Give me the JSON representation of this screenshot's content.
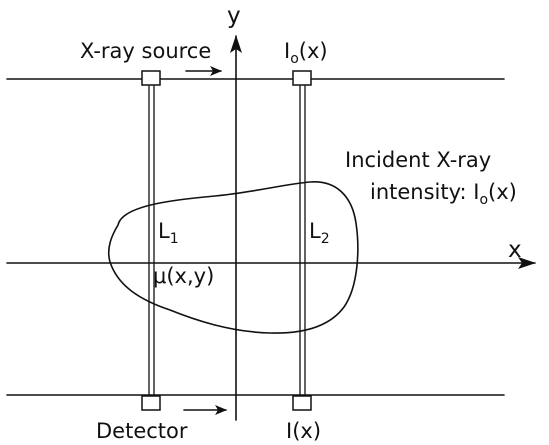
{
  "labels": {
    "y_axis": "y",
    "x_axis": "x",
    "source": "X-ray source",
    "incident_top": "I",
    "incident_top_sub": "o",
    "incident_top_arg": "(x)",
    "incident_line1": "Incident X-ray",
    "incident_line2_prefix": "intensity: I",
    "incident_line2_sub": "o",
    "incident_line2_arg": "(x)",
    "path1": "L",
    "path1_sub": "1",
    "path2": "L",
    "path2_sub": "2",
    "attenuation": "μ(x,y)",
    "detector": "Detector",
    "detected": "I(x)"
  },
  "colors": {
    "ink": "#111111",
    "background": "#ffffff"
  },
  "icons": {
    "source": "rectangular-emitter-icon",
    "detector": "rectangular-detector-icon",
    "motion": "right-arrow-icon"
  }
}
